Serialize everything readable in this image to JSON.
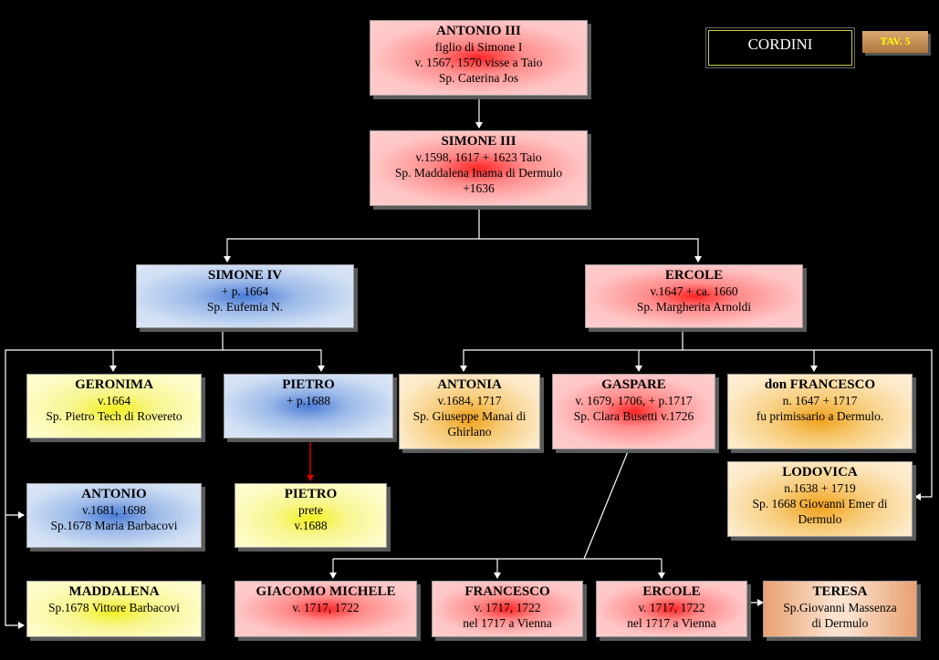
{
  "header": {
    "family": "CORDINI",
    "table": "TAV. 5"
  },
  "people": {
    "antonio_iii": {
      "name": "ANTONIO III",
      "lines": [
        "figlio di Simone I",
        "v. 1567, 1570 visse a Taio",
        "Sp. Caterina Jos"
      ]
    },
    "simone_iii": {
      "name": "SIMONE III",
      "lines": [
        "v.1598, 1617 + 1623 Taio",
        "Sp. Maddalena Inama di Dermulo",
        "+1636"
      ]
    },
    "simone_iv": {
      "name": "SIMONE IV",
      "lines": [
        "+ p. 1664",
        "Sp. Eufemia N."
      ]
    },
    "ercole_1": {
      "name": "ERCOLE",
      "lines": [
        "v.1647 + ca. 1660",
        "Sp. Margherita Arnoldi"
      ]
    },
    "geronima": {
      "name": "GERONIMA",
      "lines": [
        "v.1664",
        "Sp. Pietro Tech di Rovereto"
      ]
    },
    "pietro_1": {
      "name": "PIETRO",
      "lines": [
        "+ p.1688"
      ]
    },
    "antonia": {
      "name": "ANTONIA",
      "lines": [
        "v.1684, 1717",
        "Sp. Giuseppe Manai di",
        "Ghirlano"
      ]
    },
    "gaspare": {
      "name": "GASPARE",
      "lines": [
        "v. 1679, 1706, + p.1717",
        "Sp. Clara Busetti v.1726"
      ]
    },
    "don_francesco": {
      "name": "don FRANCESCO",
      "lines": [
        "n. 1647 + 1717",
        "fu primissario a Dermulo."
      ]
    },
    "lodovica": {
      "name": "LODOVICA",
      "lines": [
        "n.1638 + 1719",
        "Sp. 1668 Giovanni Emer di",
        "Dermulo"
      ]
    },
    "antonio_2": {
      "name": "ANTONIO",
      "lines": [
        "v.1681, 1698",
        "Sp.1678 Maria Barbacovi"
      ]
    },
    "pietro_2": {
      "name": "PIETRO",
      "lines": [
        "prete",
        "v.1688"
      ]
    },
    "maddalena": {
      "name": "MADDALENA",
      "lines": [
        "Sp.1678 Vittore Barbacovi"
      ]
    },
    "giacomo_michele": {
      "name": "GIACOMO MICHELE",
      "lines": [
        "v. 1717, 1722"
      ]
    },
    "francesco": {
      "name": "FRANCESCO",
      "lines": [
        "v. 1717, 1722",
        "nel 1717 a Vienna"
      ]
    },
    "ercole_2": {
      "name": "ERCOLE",
      "lines": [
        "v. 1717, 1722",
        "nel 1717 a Vienna"
      ]
    },
    "teresa": {
      "name": "TERESA",
      "lines": [
        "Sp.Giovanni Massenza",
        "di Dermulo"
      ]
    }
  }
}
